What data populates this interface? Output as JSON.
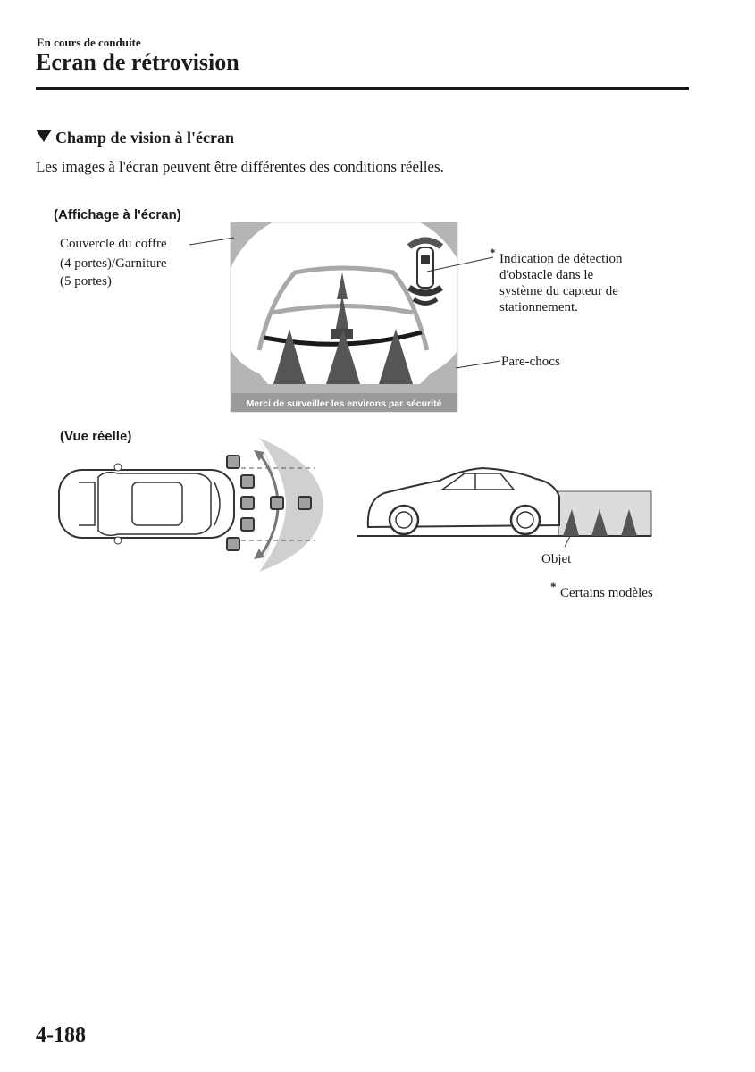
{
  "header": {
    "chapter": "En cours de conduite",
    "title": "Ecran de rétrovision"
  },
  "section": {
    "heading": "Champ de vision à l'écran",
    "intro": "Les images à l'écran peuvent être différentes des conditions réelles."
  },
  "figure": {
    "screen_caption": "(Affichage à l'écran)",
    "real_caption": "(Vue réelle)",
    "screen_message": "Merci de surveiller les environs par sécurité",
    "callout_trunk": [
      "Couvercle du coffre",
      "(4 portes)/Garniture",
      "(5 portes)"
    ],
    "callout_sensor": [
      "Indication de détection",
      "d'obstacle dans le",
      "système du capteur de",
      "stationnement."
    ],
    "callout_bumper": "Pare-chocs",
    "callout_object": "Objet",
    "asterisk": "*",
    "footnote": "Certains modèles"
  },
  "footer": {
    "page_number": "4-188"
  }
}
